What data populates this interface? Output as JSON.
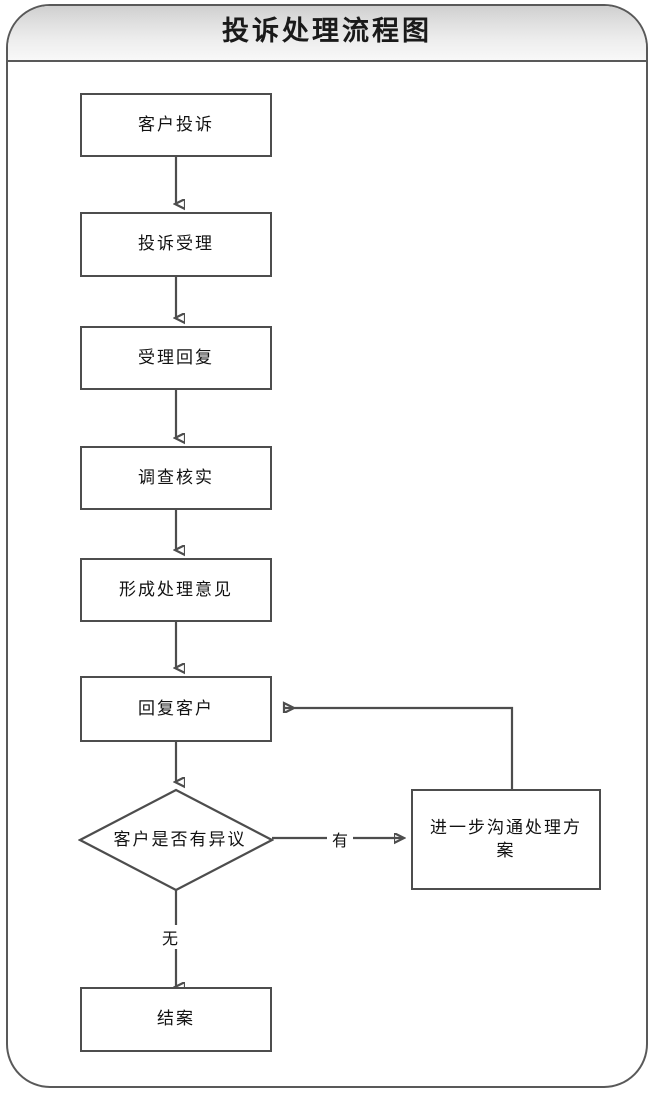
{
  "panel": {
    "title": "投诉处理流程图"
  },
  "flowchart": {
    "type": "flowchart",
    "orientation": "top-to-bottom",
    "nodes": [
      {
        "id": "n1",
        "label": "客户投诉",
        "shape": "process"
      },
      {
        "id": "n2",
        "label": "投诉受理",
        "shape": "process"
      },
      {
        "id": "n3",
        "label": "受理回复",
        "shape": "process"
      },
      {
        "id": "n4",
        "label": "调查核实",
        "shape": "process"
      },
      {
        "id": "n5",
        "label": "形成处理意见",
        "shape": "process"
      },
      {
        "id": "n6",
        "label": "回复客户",
        "shape": "process"
      },
      {
        "id": "d1",
        "label": "客户是否有异议",
        "shape": "decision"
      },
      {
        "id": "n7",
        "label": "进一步沟通处理方案",
        "shape": "process"
      },
      {
        "id": "n8",
        "label": "结案",
        "shape": "process"
      }
    ],
    "edges": [
      {
        "from": "n1",
        "to": "n2",
        "label": ""
      },
      {
        "from": "n2",
        "to": "n3",
        "label": ""
      },
      {
        "from": "n3",
        "to": "n4",
        "label": ""
      },
      {
        "from": "n4",
        "to": "n5",
        "label": ""
      },
      {
        "from": "n5",
        "to": "n6",
        "label": ""
      },
      {
        "from": "n6",
        "to": "d1",
        "label": ""
      },
      {
        "from": "d1",
        "to": "n7",
        "label": "有"
      },
      {
        "from": "d1",
        "to": "n8",
        "label": "无"
      },
      {
        "from": "n7",
        "to": "n6",
        "label": ""
      }
    ],
    "edge_labels": {
      "yes": "有",
      "no": "无"
    },
    "colors": {
      "shape_border": "#4d4d4d",
      "shape_fill": "#ffffff",
      "connector": "#4d4d4d",
      "panel_border": "#595959",
      "header_gradient_top": "#cfcfcf",
      "header_gradient_bottom": "#f8f8f8",
      "text": "#121212"
    }
  }
}
